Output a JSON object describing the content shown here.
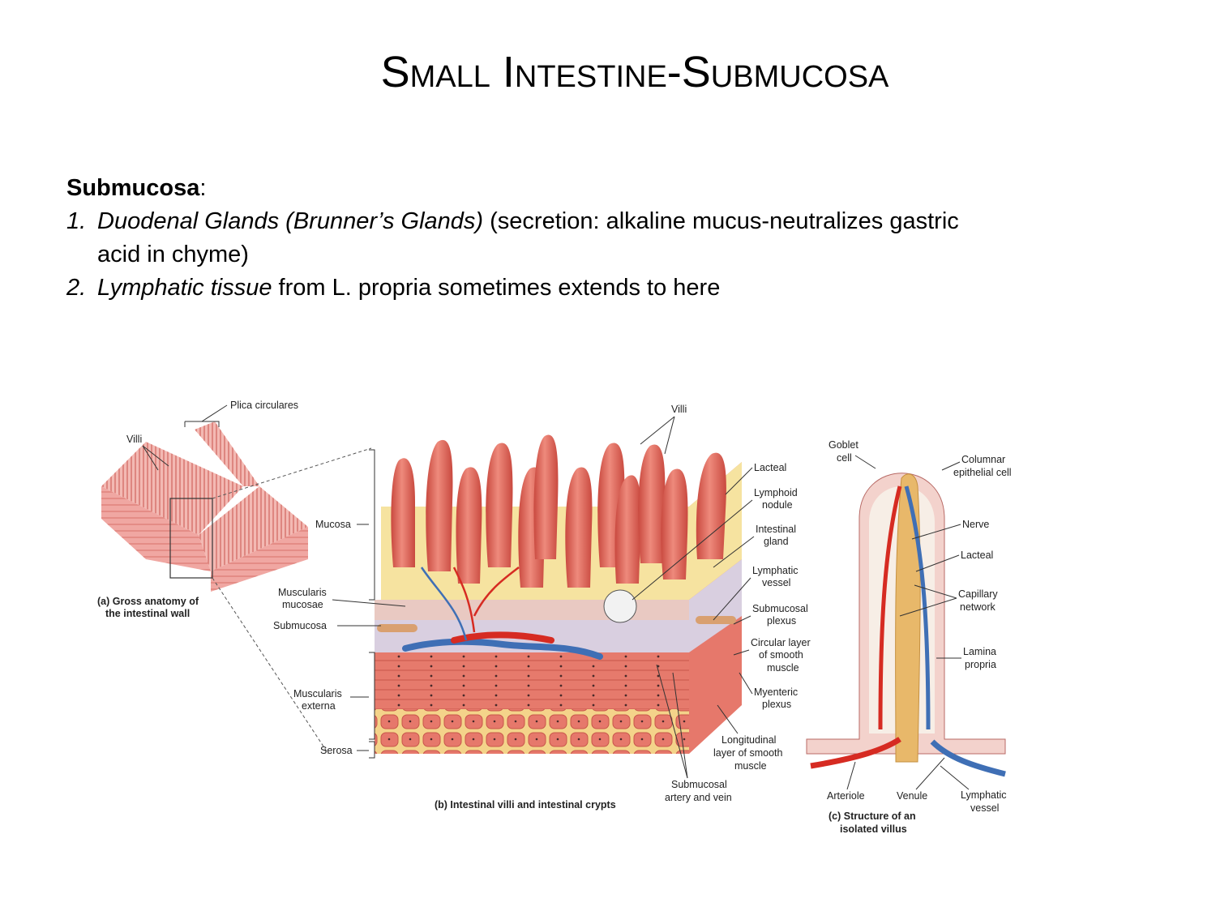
{
  "slide": {
    "title": "Small Intestine-Submucosa",
    "heading": "Submucosa",
    "heading_suffix": ":",
    "items": [
      {
        "num": "1.",
        "term": "Duodenal Glands (Brunner’s Glands)",
        "text_line1": " (secretion: alkaline mucus-neutralizes gastric",
        "text_line2": "acid in chyme)"
      },
      {
        "num": "2.",
        "term": "Lymphatic tissue",
        "text_line1": " from L. propria sometimes extends to here"
      }
    ]
  },
  "figure_a": {
    "caption_line1": "(a) Gross anatomy of",
    "caption_line2": "the intestinal wall",
    "labels": {
      "plica": "Plica circulares",
      "villi": "Villi"
    }
  },
  "figure_b": {
    "caption": "(b) Intestinal villi and intestinal crypts",
    "left_labels": {
      "mucosa": "Mucosa",
      "muscularis_mucosae_1": "Muscularis",
      "muscularis_mucosae_2": "mucosae",
      "submucosa": "Submucosa",
      "muscularis_externa_1": "Muscularis",
      "muscularis_externa_2": "externa",
      "serosa": "Serosa"
    },
    "right_labels": {
      "villi": "Villi",
      "lacteal": "Lacteal",
      "lymphoid_1": "Lymphoid",
      "lymphoid_2": "nodule",
      "gland_1": "Intestinal",
      "gland_2": "gland",
      "lymph_vessel_1": "Lymphatic",
      "lymph_vessel_2": "vessel",
      "submucosal_plexus_1": "Submucosal",
      "submucosal_plexus_2": "plexus",
      "circular_1": "Circular layer",
      "circular_2": "of smooth",
      "circular_3": "muscle",
      "myenteric_1": "Myenteric",
      "myenteric_2": "plexus",
      "longitudinal_1": "Longitudinal",
      "longitudinal_2": "layer of smooth",
      "longitudinal_3": "muscle",
      "artery_vein_1": "Submucosal",
      "artery_vein_2": "artery and vein"
    }
  },
  "figure_c": {
    "caption_line1": "(c) Structure of an",
    "caption_line2": "isolated villus",
    "labels": {
      "goblet_1": "Goblet",
      "goblet_2": "cell",
      "columnar_1": "Columnar",
      "columnar_2": "epithelial cell",
      "nerve": "Nerve",
      "lacteal": "Lacteal",
      "capillary_1": "Capillary",
      "capillary_2": "network",
      "lamina_1": "Lamina",
      "lamina_2": "propria",
      "arteriole": "Arteriole",
      "venule": "Venule",
      "lymphatic_1": "Lymphatic",
      "lymphatic_2": "vessel"
    }
  },
  "colors": {
    "villus": "#e06a5e",
    "lamina": "#f6e6a8",
    "submucosa": "#d9cfe0",
    "muscle": "#e6786b",
    "artery": "#d62b22",
    "vein": "#3f6fb5",
    "lymph": "#e8b86a"
  }
}
